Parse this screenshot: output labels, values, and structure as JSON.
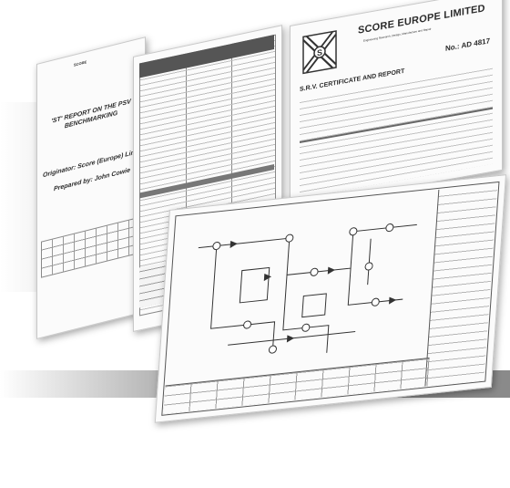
{
  "documents": {
    "report": {
      "small_header": "SCORE",
      "title": "'ST' REPORT ON THE PSV BENCHMARKING",
      "originator": "Originator: Score (Europe) Limited",
      "prepared_by": "Prepared by: John Cowie"
    },
    "certificate": {
      "company": "SCORE EUROPE LIMITED",
      "subtitle": "Engineering Research, Design, Manufacture and Repair",
      "number": "No.: AD 4817",
      "title": "S.R.V. CERTIFICATE AND REPORT"
    }
  }
}
